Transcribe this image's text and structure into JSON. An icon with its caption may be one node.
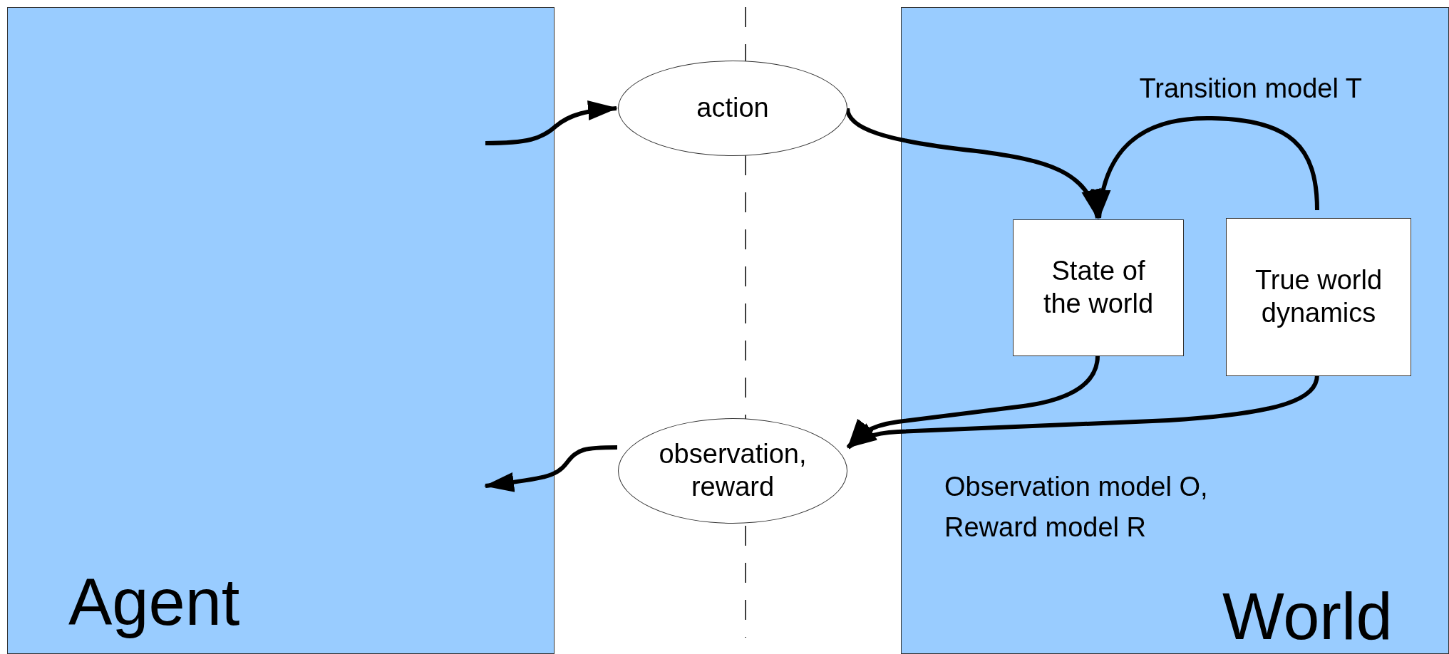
{
  "diagram": {
    "nodes": [
      {
        "text": [
          "Agent"
        ]
      },
      {
        "text": [
          "World"
        ]
      },
      {
        "text": [
          "action"
        ]
      },
      {
        "text": [
          "observation, reward"
        ]
      },
      {
        "text": [
          "State of the world"
        ],
        "in": 1
      },
      {
        "text": [
          "True world dynamics"
        ],
        "in": 1
      }
    ],
    "edges": [
      {
        "from": 0,
        "to": 2,
        "arrow": "to"
      },
      {
        "from": 2,
        "to": 4,
        "arrow": "to"
      },
      {
        "from": 5,
        "to": 4,
        "arrow": "to"
      },
      {
        "from": 4,
        "to": 3,
        "arrow": "to"
      },
      {
        "from": 5,
        "to": 3,
        "arrow": "to"
      },
      {
        "from": 3,
        "to": 0,
        "arrow": "to"
      }
    ],
    "labels": [
      "Transition model T",
      "Observation model O, Reward model R"
    ]
  }
}
